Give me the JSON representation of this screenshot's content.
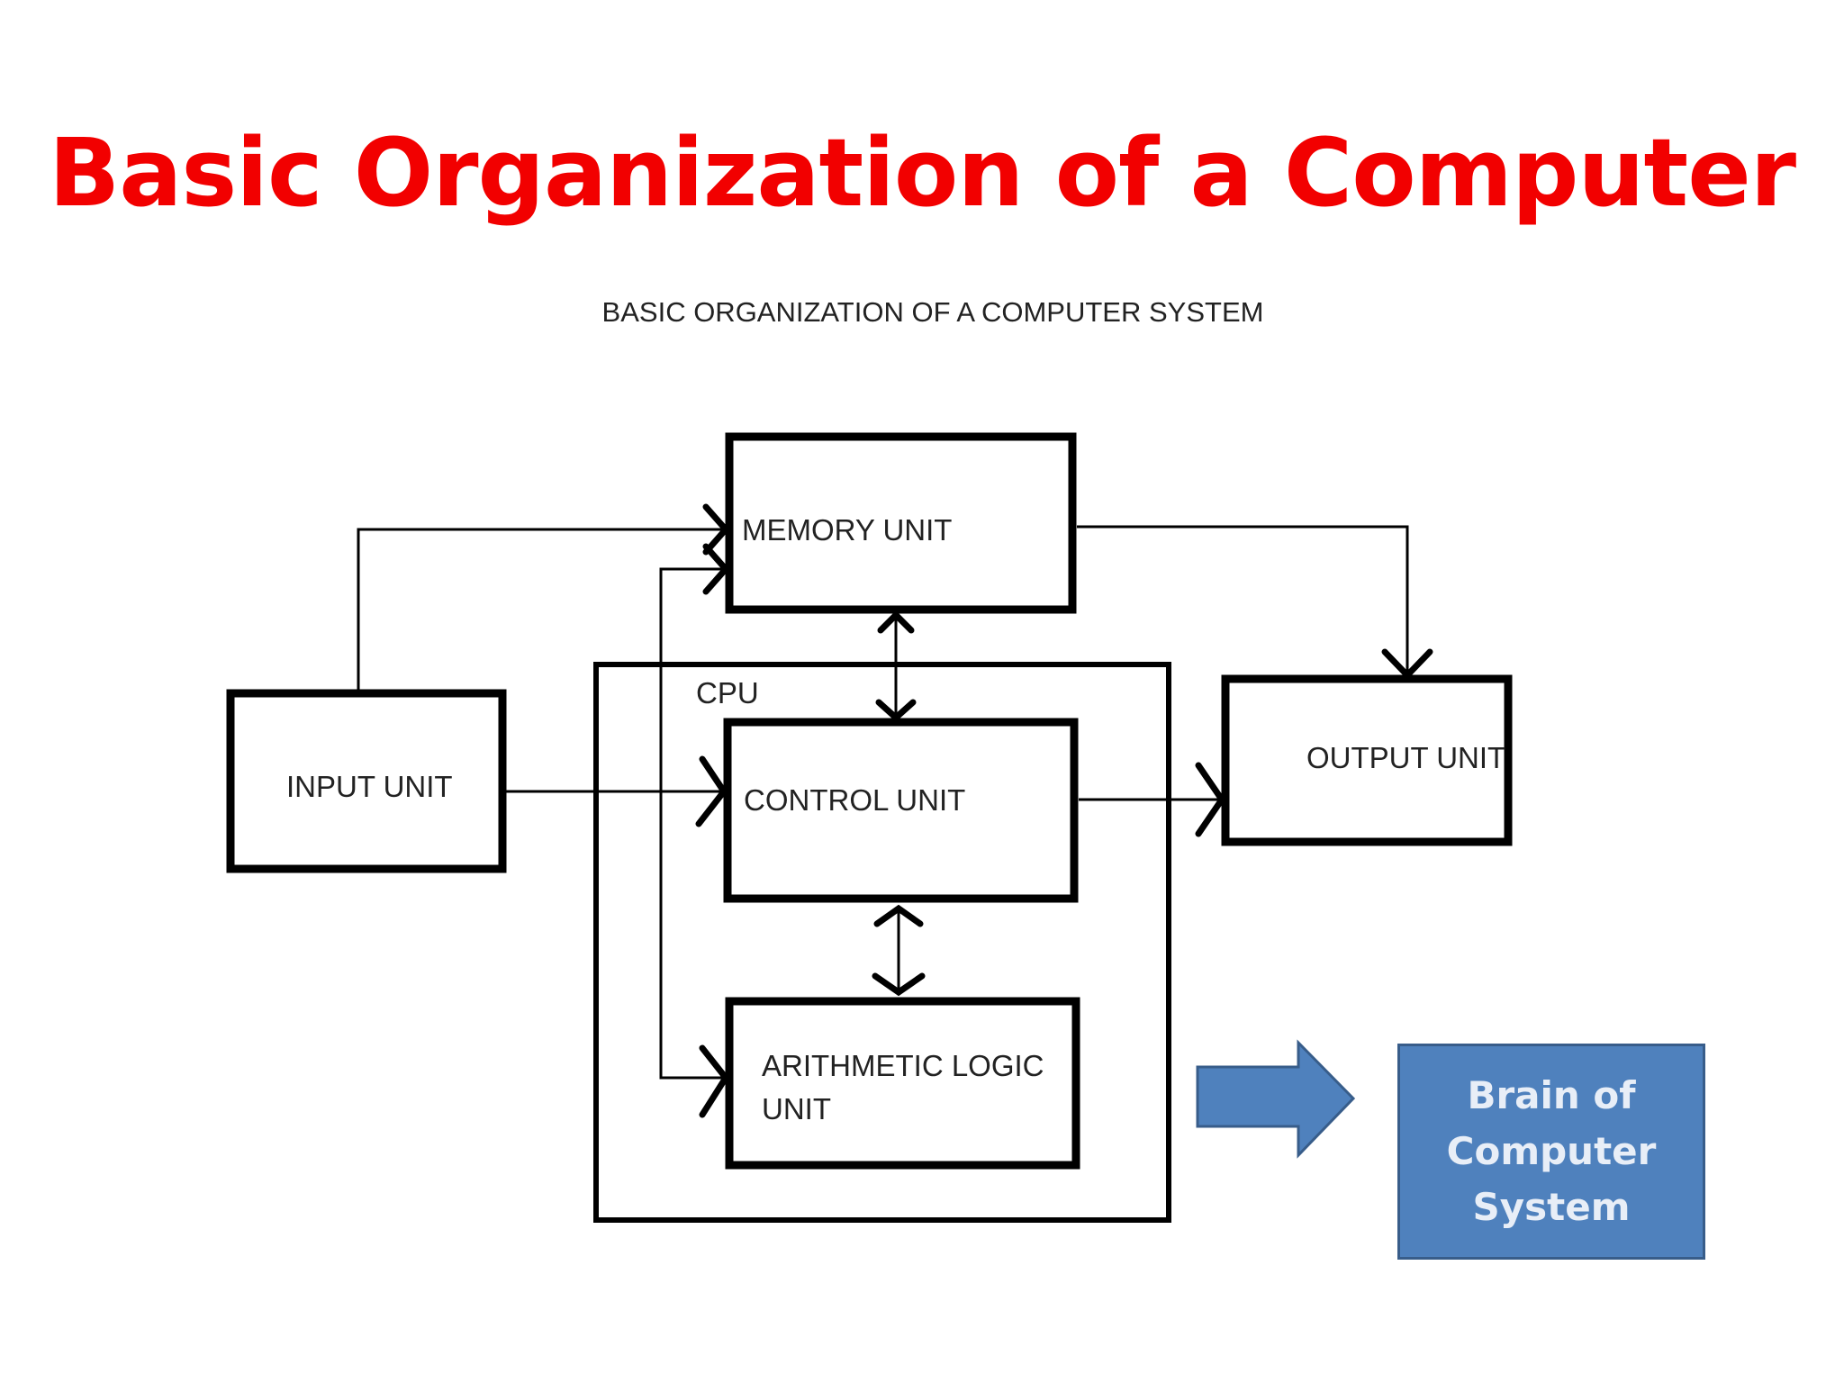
{
  "slide": {
    "title": "Basic Organization of a Computer"
  },
  "diagram": {
    "subtitle": "BASIC ORGANIZATION OF A COMPUTER SYSTEM",
    "input_unit": "INPUT UNIT",
    "memory_unit": "MEMORY UNIT",
    "cpu": "CPU",
    "control_unit": "CONTROL UNIT",
    "alu_line1": "ARITHMETIC LOGIC",
    "alu_line2": "UNIT",
    "output_unit": "OUTPUT UNIT"
  },
  "callout": {
    "text": "Brain of\nComputer\nSystem"
  },
  "colors": {
    "title": "#f20000",
    "callout_fill": "#4f81bd",
    "callout_border": "#385d8a",
    "callout_text": "#e8eef7",
    "lines": "#000000"
  }
}
